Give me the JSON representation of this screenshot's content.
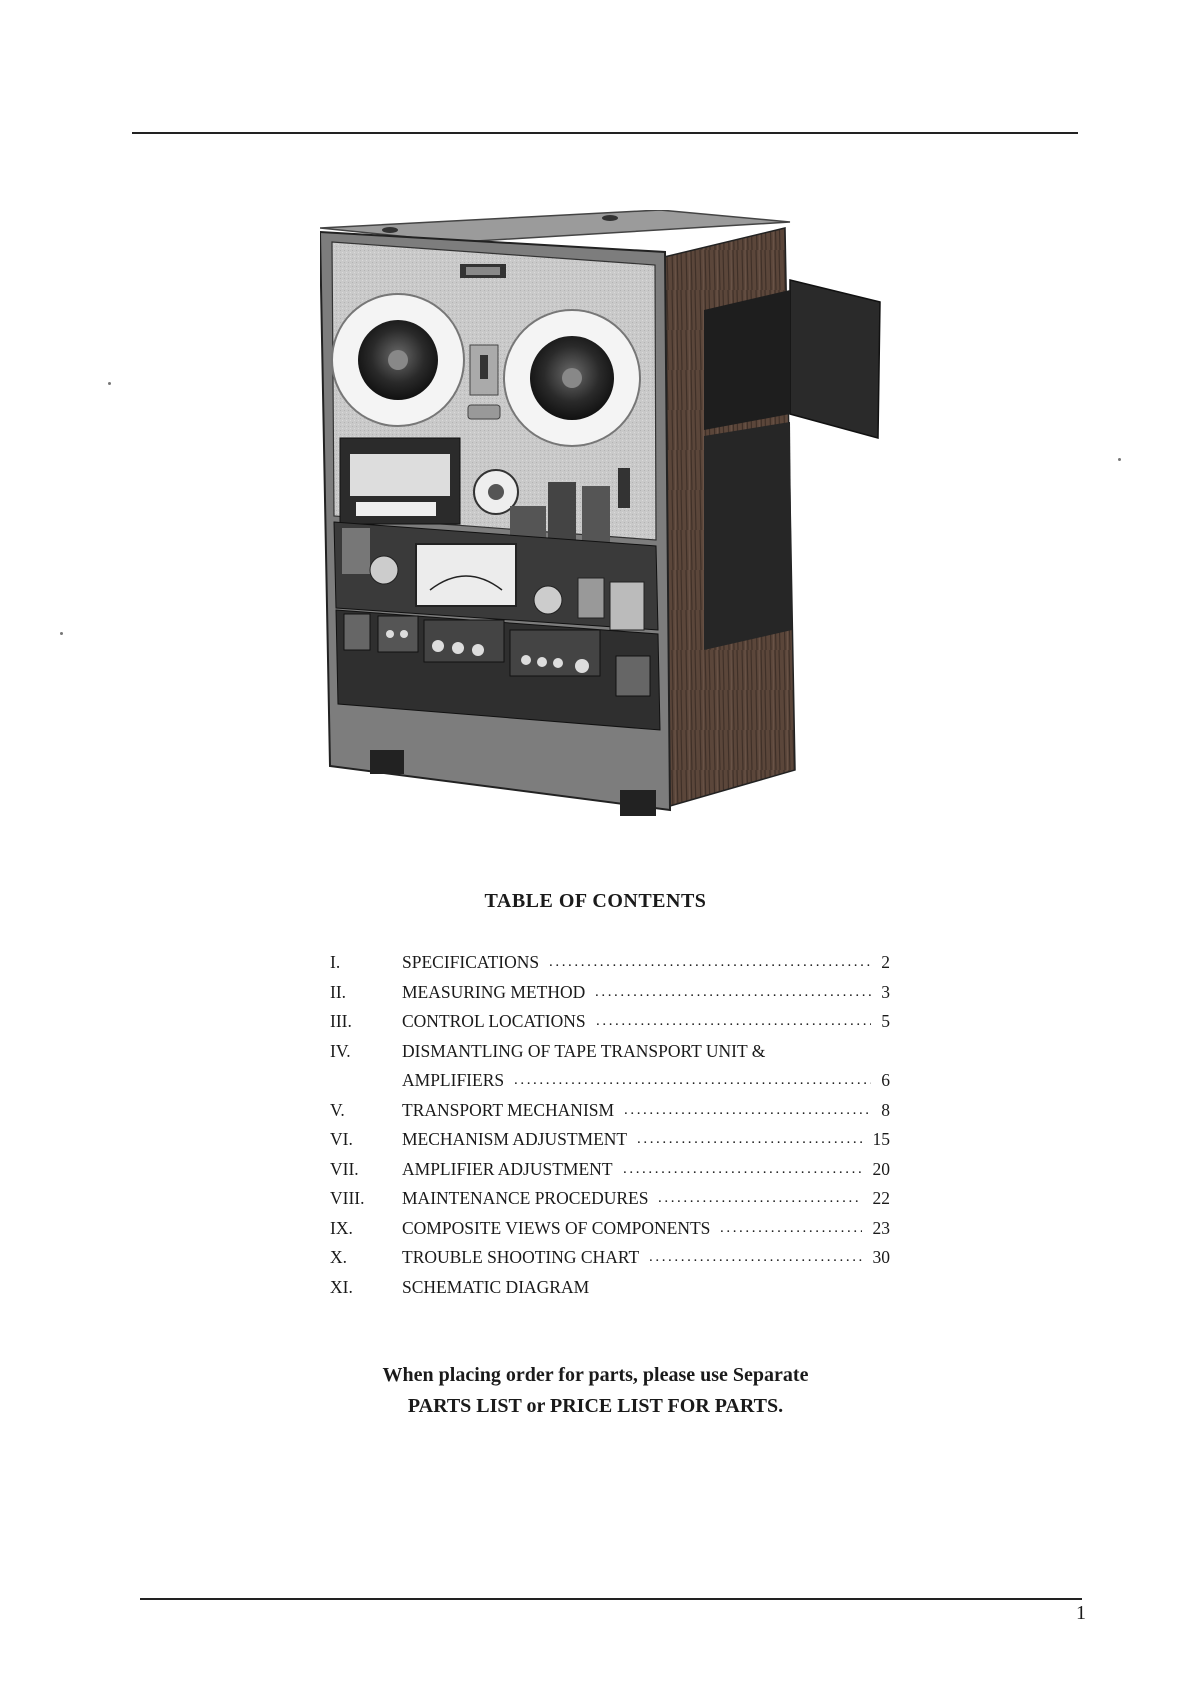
{
  "toc_title": "TABLE OF CONTENTS",
  "toc": [
    {
      "num": "I.",
      "lines": [
        "SPECIFICATIONS"
      ],
      "page": "2"
    },
    {
      "num": "II.",
      "lines": [
        "MEASURING METHOD"
      ],
      "page": "3"
    },
    {
      "num": "III.",
      "lines": [
        "CONTROL LOCATIONS"
      ],
      "page": "5"
    },
    {
      "num": "IV.",
      "lines": [
        "DISMANTLING OF TAPE TRANSPORT UNIT &",
        "AMPLIFIERS"
      ],
      "page": "6"
    },
    {
      "num": "V.",
      "lines": [
        "TRANSPORT MECHANISM"
      ],
      "page": "8"
    },
    {
      "num": "VI.",
      "lines": [
        "MECHANISM ADJUSTMENT"
      ],
      "page": "15"
    },
    {
      "num": "VII.",
      "lines": [
        "AMPLIFIER ADJUSTMENT"
      ],
      "page": "20"
    },
    {
      "num": "VIII.",
      "lines": [
        "MAINTENANCE PROCEDURES"
      ],
      "page": "22"
    },
    {
      "num": "IX.",
      "lines": [
        "COMPOSITE VIEWS OF COMPONENTS"
      ],
      "page": "23"
    },
    {
      "num": "X.",
      "lines": [
        "TROUBLE SHOOTING CHART"
      ],
      "page": "30"
    },
    {
      "num": "XI.",
      "lines": [
        "SCHEMATIC DIAGRAM"
      ],
      "page": ""
    }
  ],
  "note": {
    "line1": "When placing order for parts, please use Separate",
    "line2": "PARTS LIST or PRICE LIST FOR PARTS."
  },
  "page_number": "1"
}
